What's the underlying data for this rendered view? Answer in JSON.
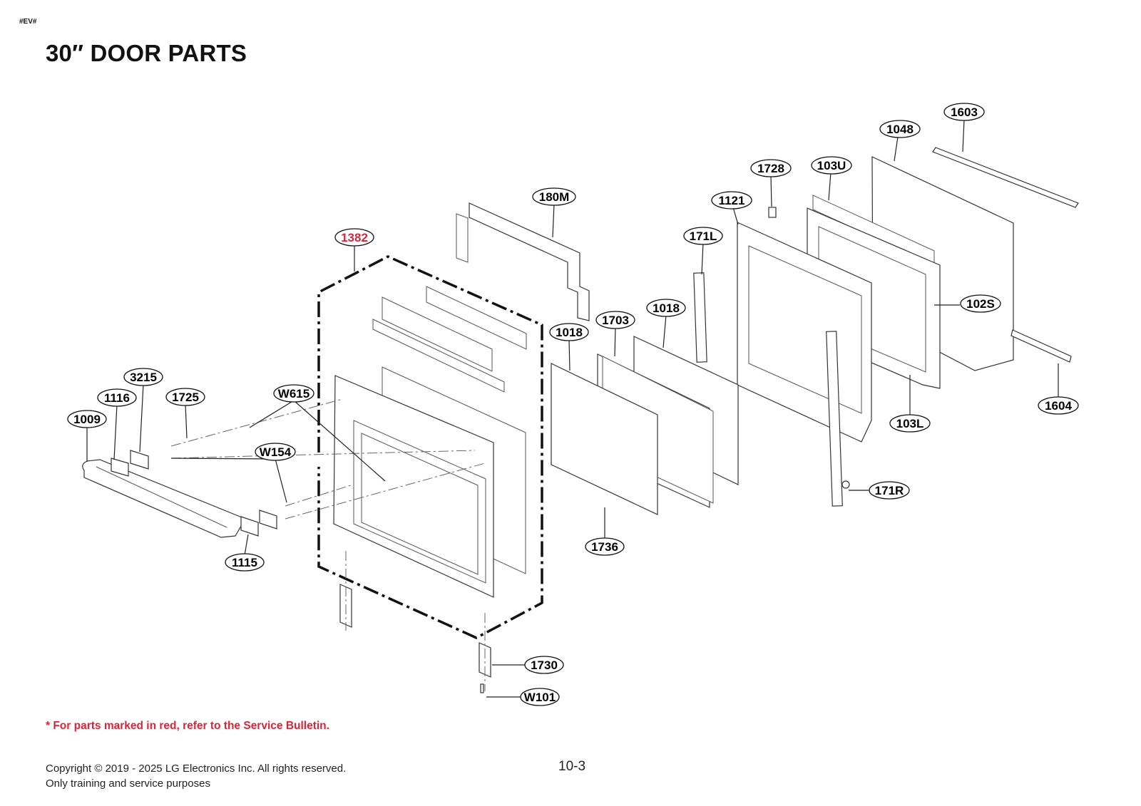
{
  "header": {
    "doc_code": "#EV#",
    "title": "30″ DOOR PARTS"
  },
  "callouts": [
    {
      "id": "1603"
    },
    {
      "id": "1048"
    },
    {
      "id": "1728"
    },
    {
      "id": "103U"
    },
    {
      "id": "1121"
    },
    {
      "id": "180M"
    },
    {
      "id": "171L"
    },
    {
      "id": "1382",
      "red": true
    },
    {
      "id": "102S"
    },
    {
      "id": "1703"
    },
    {
      "id": "1018"
    },
    {
      "id": "1018"
    },
    {
      "id": "3215"
    },
    {
      "id": "1116"
    },
    {
      "id": "1725"
    },
    {
      "id": "W615"
    },
    {
      "id": "1009"
    },
    {
      "id": "1604"
    },
    {
      "id": "103L"
    },
    {
      "id": "W154"
    },
    {
      "id": "171R"
    },
    {
      "id": "1736"
    },
    {
      "id": "1115"
    },
    {
      "id": "1730"
    },
    {
      "id": "W101"
    }
  ],
  "colors": {
    "red": "#d4273a",
    "ink": "#111111"
  },
  "note": "* For parts marked in red, refer to the Service Bulletin.",
  "footer": {
    "copyright": "Copyright © 2019 - 2025 LG Electronics Inc. All rights reserved.",
    "purpose": "Only training and service purposes",
    "page_number": "10-3"
  }
}
